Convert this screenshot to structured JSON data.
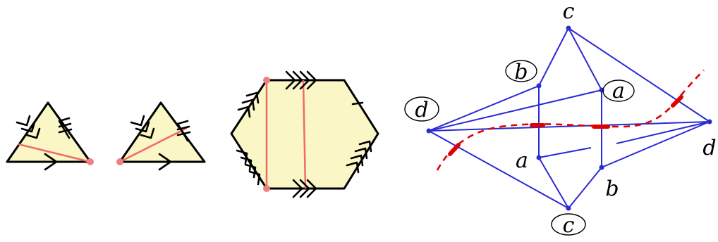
{
  "labels": {
    "top_c": "c",
    "circled_b": "b",
    "circled_a": "a",
    "circled_d": "d",
    "right_d": "d",
    "inner_a": "a",
    "lower_b": "b",
    "circled_c": "c"
  },
  "colors": {
    "triangle_fill": "#fbf6c6",
    "edge_blue": "#2a2ad6",
    "curve_red": "#e00000",
    "cut_line": "#f06a6a"
  }
}
